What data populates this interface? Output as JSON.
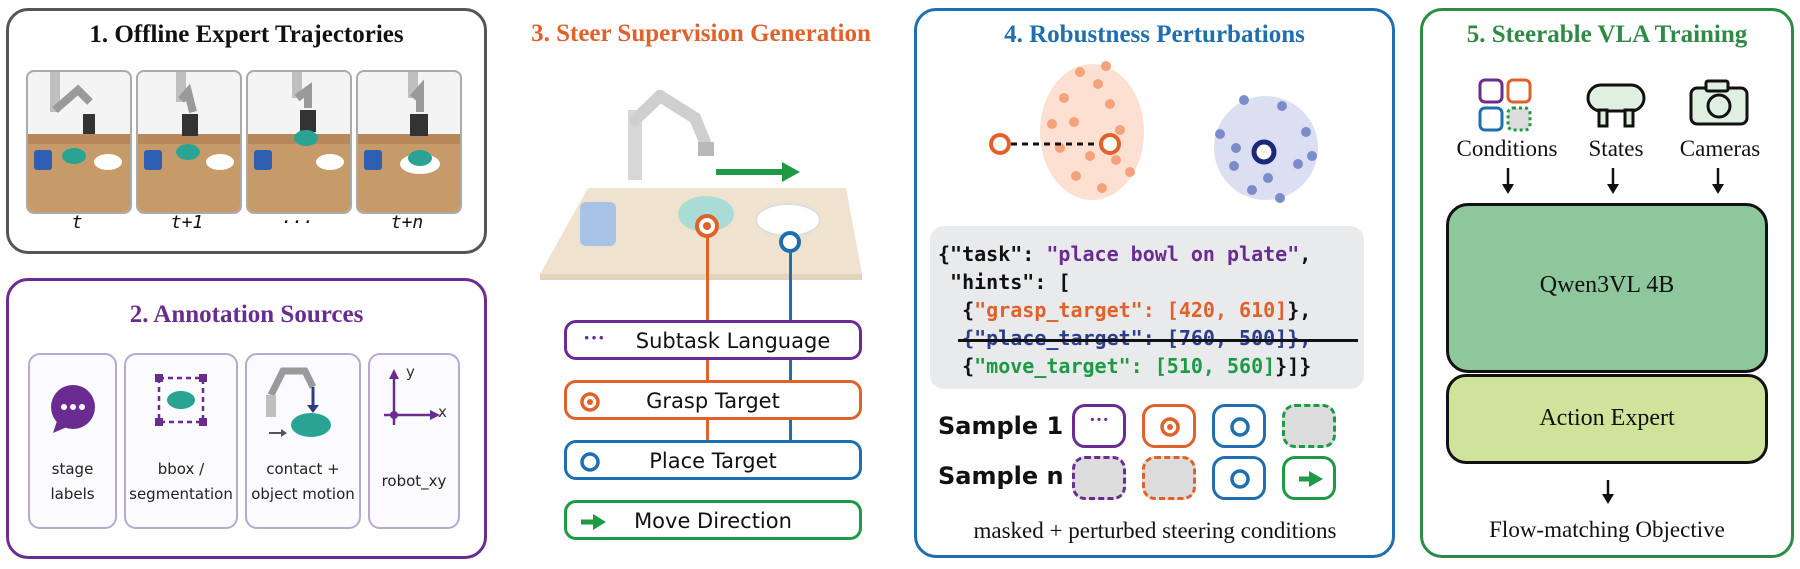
{
  "panel1": {
    "title": "1. Offline Expert Trajectories",
    "frames": [
      "t",
      "t+1",
      "···",
      "t+n"
    ]
  },
  "panel2": {
    "title": "2. Annotation Sources",
    "cards": [
      {
        "line1": "stage",
        "line2": "labels"
      },
      {
        "line1": "bbox /",
        "line2": "segmentation"
      },
      {
        "line1": "contact +",
        "line2": "object motion"
      },
      {
        "line1": "robot_xy",
        "line2": ""
      }
    ],
    "axis_y": "y",
    "axis_x": "x"
  },
  "panel3": {
    "title": "3. Steer Supervision Generation",
    "pills": [
      {
        "label": "Subtask Language",
        "color": "#6a2c91"
      },
      {
        "label": "Grasp Target",
        "color": "#e0622a"
      },
      {
        "label": "Place Target",
        "color": "#1f6fb0"
      },
      {
        "label": "Move Direction",
        "color": "#1e9a47"
      }
    ],
    "dots_icon": "···"
  },
  "panel4": {
    "title": "4. Robustness Perturbations",
    "code": {
      "line1a": "{\"task\": ",
      "line1b": "\"place bowl on plate\"",
      "line1c": ",",
      "line2": " \"hints\": [",
      "line3a": "  {",
      "line3b": "\"grasp_target\": [420, 610]",
      "line3c": "},",
      "line4": "  {\"place_target\": [760, 500]},",
      "line5a": "  {",
      "line5b": "\"move_target\": [510, 560]",
      "line5c": "}]}"
    },
    "sample1": "Sample 1",
    "samplen": "Sample n",
    "caption": "masked + perturbed steering conditions",
    "dots_icon": "···"
  },
  "panel5": {
    "title": "5. Steerable VLA Training",
    "inputs": [
      "Conditions",
      "States",
      "Cameras"
    ],
    "backbone": "Qwen3VL 4B",
    "expert": "Action Expert",
    "objective": "Flow-matching Objective"
  },
  "colors": {
    "purple": "#6a2c91",
    "orange": "#e0622a",
    "blue": "#1f6fb0",
    "green": "#1e9a47",
    "backbone_fill": "#8fc79c",
    "expert_fill": "#cfe39a"
  }
}
